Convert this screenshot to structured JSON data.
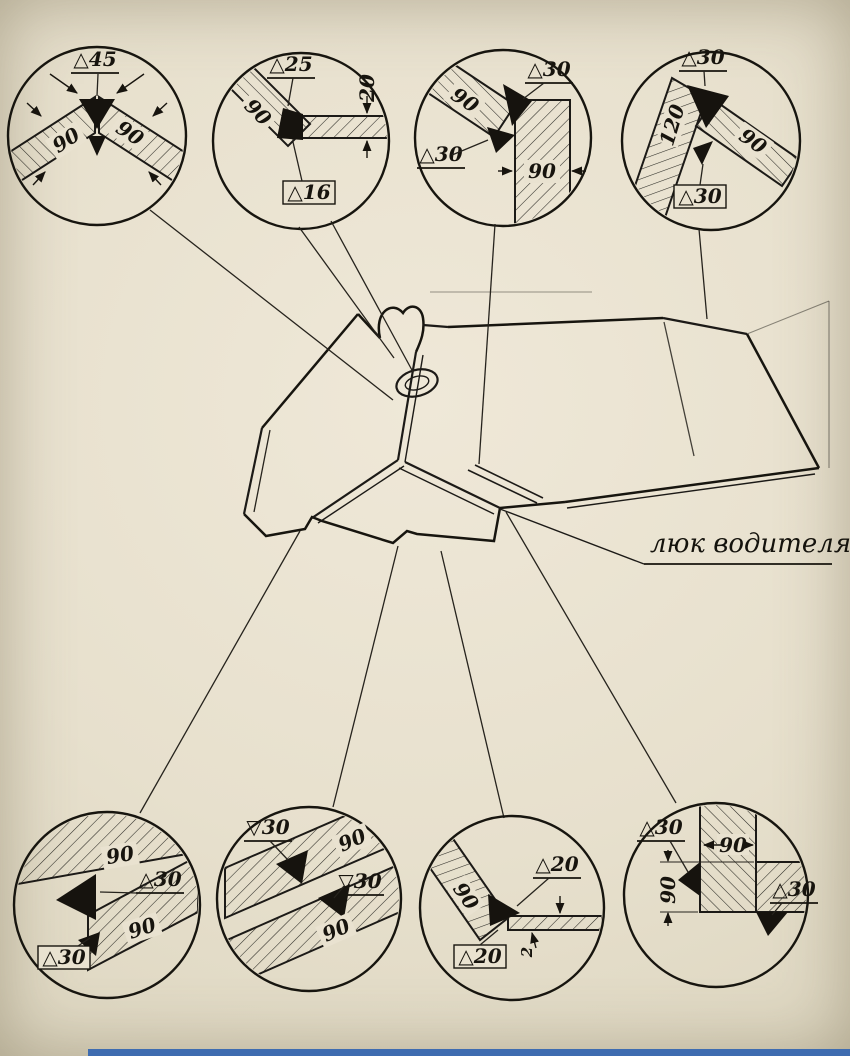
{
  "page": {
    "paper_color": "#e9e2d0",
    "ink_color": "#1c1a17",
    "scan_edge_color": "#3e6cb0"
  },
  "annotation": {
    "label": "люк водителя"
  },
  "detail_circles": {
    "t1": {
      "weld_top": "△45",
      "angle_left": "90",
      "angle_right": "90"
    },
    "t2": {
      "weld_top": "△25",
      "plate_thickness": "20",
      "angle": "90",
      "weld_bottom": "△16"
    },
    "t3": {
      "weld_top": "△30",
      "angle": "90",
      "weld_left": "△30",
      "plate_thickness": "90"
    },
    "t4": {
      "weld_top": "△30",
      "angle_left": "120",
      "angle_right": "90",
      "weld_bottom": "△30"
    },
    "b1": {
      "angle_top": "90",
      "weld_right": "△30",
      "angle_bottom": "90",
      "weld_bottom": "△30"
    },
    "b2": {
      "weld_top": "▽30",
      "angle_top": "90",
      "weld_mid": "▽30",
      "angle_bottom": "90"
    },
    "b3": {
      "angle": "90",
      "weld_top": "△20",
      "weld_bottom": "△20",
      "plate_thickness": "2"
    },
    "b4": {
      "weld_left": "△30",
      "plate_thickness": "90",
      "plate_height": "90",
      "weld_right": "△30"
    }
  }
}
